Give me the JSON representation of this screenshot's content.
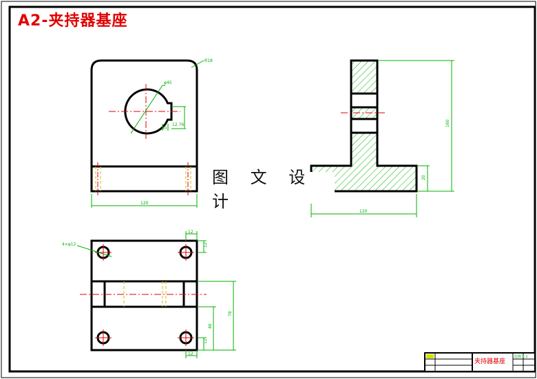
{
  "drawing": {
    "title": "A2-夹持器基座",
    "watermark": "图 文 设 计",
    "title_block_name": "夹持器基座",
    "title_block_scale": "比例 1:1"
  },
  "front_view": {
    "radius_label": "R18",
    "hole_label": "φ45",
    "key_depth_label": "12.76",
    "key_width_label": "10",
    "width_label": "120"
  },
  "side_view": {
    "height_label": "160",
    "flange_label": "20",
    "width_label": "120"
  },
  "top_view": {
    "hole_label": "4×φ12",
    "hole_pitch_label": "12",
    "edge_label": "12",
    "depth_label": "46",
    "overall_label": "78"
  },
  "colors": {
    "outline": "#000000",
    "dimension": "#00b000",
    "centerline": "#e00000",
    "hidden": "#d6b800",
    "hatch": "#00b000",
    "title": "#e00000"
  }
}
